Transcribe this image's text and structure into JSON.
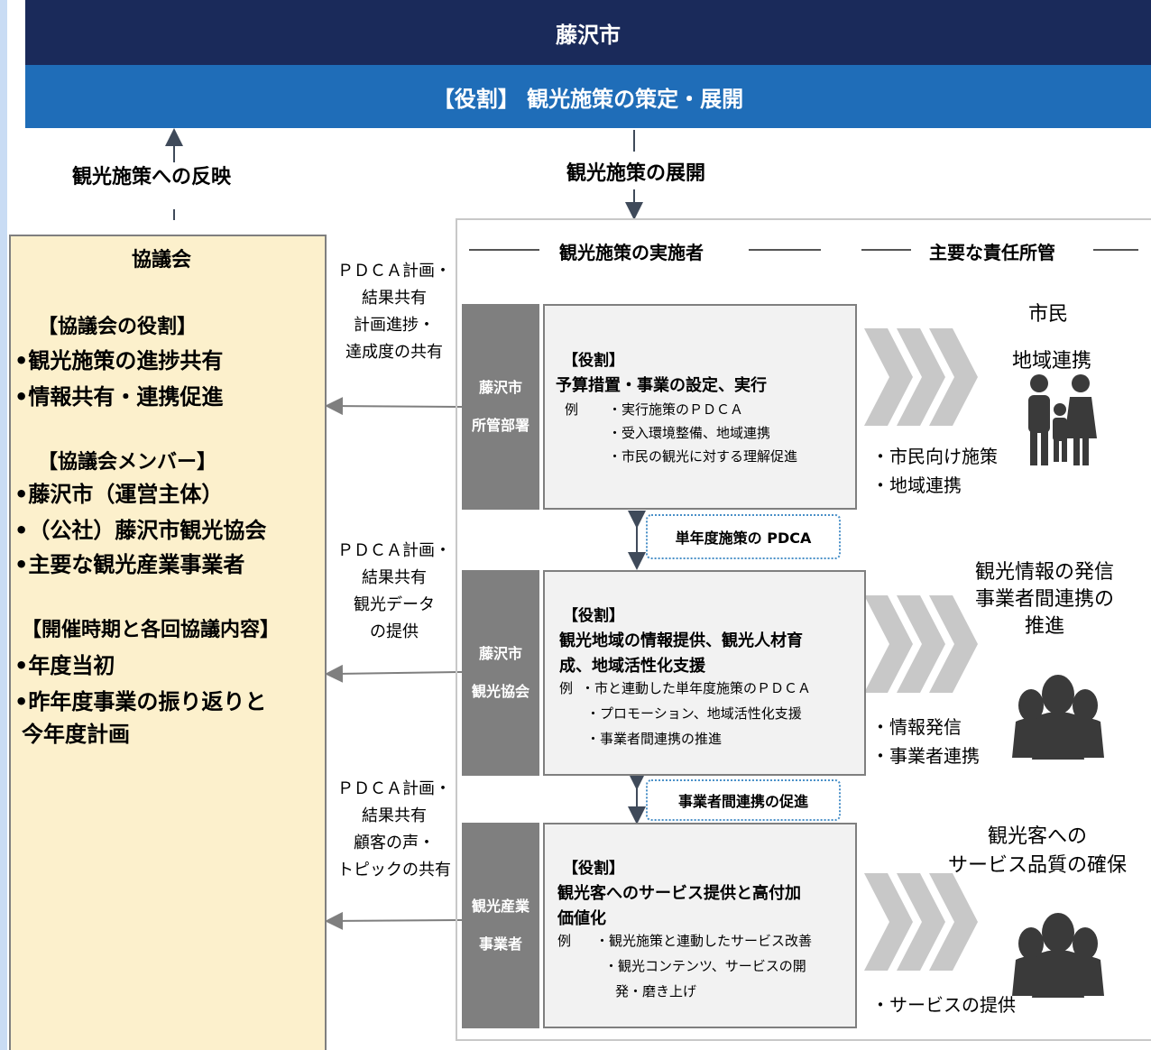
{
  "header": {
    "city": "藤沢市",
    "role": "【役割】 観光施策の策定・展開"
  },
  "flow": {
    "reflect_label": "観光施策への反映",
    "deploy_label": "観光施策の展開"
  },
  "council": {
    "title": "協議会",
    "role_heading": "【協議会の役割】",
    "role_items": [
      "•観光施策の進捗共有",
      "•情報共有・連携促進"
    ],
    "member_heading": "【協議会メンバー】",
    "member_items": [
      "•藤沢市（運営主体）",
      "•（公社）藤沢市観光協会",
      "•主要な観光産業事業者"
    ],
    "schedule_heading": "【開催時期と各回協議内容】",
    "schedule_items": [
      "•年度当初",
      "•昨年度事業の振り返りと",
      "今年度計画"
    ]
  },
  "implementers": {
    "heading_left": "観光施策の実施者",
    "heading_right": "主要な責任所管"
  },
  "pdca_notes": [
    [
      "ＰＤＣＡ計画・",
      "結果共有",
      "計画進捗・",
      "達成度の共有"
    ],
    [
      "ＰＤＣＡ計画・",
      "結果共有",
      "観光データ",
      "の提供"
    ],
    [
      "ＰＤＣＡ計画・",
      "結果共有",
      "顧客の声・",
      "トピックの共有"
    ]
  ],
  "actors": [
    {
      "side": [
        "藤沢市",
        "所管部署"
      ],
      "role_label": "【役割】",
      "role_title": [
        "予算措置・事業の設定、実行"
      ],
      "example_prefix": "例",
      "examples": [
        "・実行施策のＰＤＣＡ",
        "・受入環境整備、地域連携",
        "・市民の観光に対する理解促進"
      ],
      "area": [
        "市民",
        "地域連携"
      ],
      "bullets": [
        "・市民向け施策",
        "・地域連携"
      ]
    },
    {
      "side": [
        "藤沢市",
        "観光協会"
      ],
      "role_label": "【役割】",
      "role_title": [
        "観光地域の情報提供、観光人材育",
        "成、地域活性化支援"
      ],
      "example_prefix": "例",
      "examples": [
        "・市と連動した単年度施策のＰＤＣＡ",
        "・プロモーション、地域活性化支援",
        "・事業者間連携の推進"
      ],
      "area": [
        "観光情報の発信",
        "事業者間連携の",
        "推進"
      ],
      "bullets": [
        "・情報発信",
        "・事業者連携"
      ]
    },
    {
      "side": [
        "観光産業",
        "事業者"
      ],
      "role_label": "【役割】",
      "role_title": [
        "観光客へのサービス提供と高付加",
        "価値化"
      ],
      "example_prefix": "例",
      "examples": [
        "・観光施策と連動したサービス改善",
        "・観光コンテンツ、サービスの開",
        "発・磨き上げ"
      ],
      "area": [
        "観光客への",
        "サービス品質の確保"
      ],
      "bullets": [
        "・サービスの提供"
      ]
    }
  ],
  "links": {
    "link1": "単年度施策の PDCA",
    "link2": "事業者間連携の促進"
  },
  "colors": {
    "navy": "#1a2a5a",
    "blue": "#1f6db8",
    "council_bg": "#fcf0cc",
    "side_gray": "#7f7f7f",
    "chevron": "#c8c8c8"
  }
}
